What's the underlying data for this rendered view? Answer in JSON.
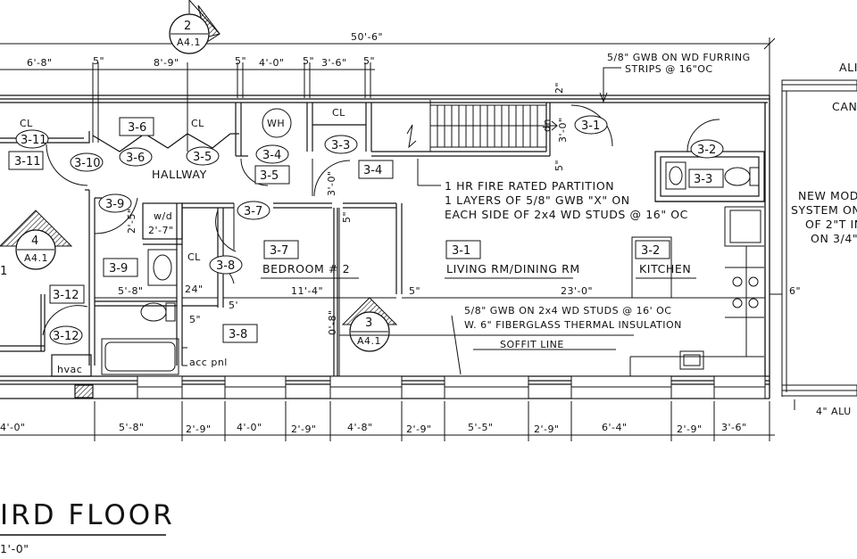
{
  "dimensions": {
    "overall": "50'-6\"",
    "top": [
      "6'-8\"",
      "5\"",
      "8'-9\"",
      "5\"",
      "4'-0\"",
      "5\"",
      "3'-6\"",
      "5\""
    ],
    "bottom": [
      "4'-0\"",
      "5'-8\"",
      "2'-9\"",
      "4'-0\"",
      "2'-9\"",
      "4'-8\"",
      "2'-9\"",
      "5'-5\"",
      "2'-9\"",
      "6'-4\"",
      "2'-9\"",
      "3'-6\""
    ],
    "interior": {
      "d_2a": "2\"",
      "d_3_0": "3'-0\"",
      "d_5a": "5\"",
      "d_3_0b": "3'-0\"",
      "d_5b": "5\"",
      "d_2_5": "2'-5\"",
      "d_5_8": "5'-8\"",
      "d_24": "24\"",
      "d_5c": "5'",
      "d_5d": "5\"",
      "d_11_4": "11'-4\"",
      "d_5e": "5\"",
      "d_23_0": "23'-0\"",
      "d_0_8": "0'-8\"",
      "d_6": "6\""
    }
  },
  "rooms": {
    "hallway": "HALLWAY",
    "bedroom": "BEDROOM # 2",
    "living": "LIVING RM/DINING RM",
    "kitchen": "KITCHEN",
    "cl_1": "CL",
    "cl_2": "CL",
    "cl_3": "CL",
    "cl_4": "CL",
    "wh": "WH",
    "wd_top": "w/d",
    "wd_bottom": "2'-7\"",
    "hvac": "hvac",
    "acc": "acc pnl",
    "dn": "dn"
  },
  "door_tags": {
    "t3_11a": "3-11",
    "t3_11b": "3-11",
    "t3_10": "3-10",
    "t3_6a": "3-6",
    "t3_6b": "3-6",
    "t3_5a": "3-5",
    "t3_5b": "3-5",
    "t3_4a": "3-4",
    "t3_4b": "3-4",
    "t3_3": "3-3",
    "t3_1a": "3-1",
    "t3_1b": "3-1",
    "t3_2a": "3-2",
    "t3_2b": "3-2",
    "t3_3b": "3-3",
    "t3_9a": "3-9",
    "t3_9b": "3-9",
    "t3_7a": "3-7",
    "t3_7b": "3-7",
    "t3_8a": "3-8",
    "t3_8b": "3-8",
    "t3_12a": "3-12",
    "t3_12b": "3-12",
    "t1": "1"
  },
  "section_markers": [
    {
      "num": "2",
      "ref": "A4.1"
    },
    {
      "num": "4",
      "ref": "A4.1"
    },
    {
      "num": "3",
      "ref": "A4.1"
    }
  ],
  "notes": {
    "gwb_top_1": "5/8\" GWB ON WD FURRING",
    "gwb_top_2": "STRIPS @ 16\"OC",
    "partition_1": "1 HR FIRE RATED PARTITION",
    "partition_2": "1 LAYERS OF 5/8\" GWB \"X\" ON",
    "partition_3": "EACH SIDE OF 2x4 WD STUDS @ 16\" OC",
    "gwb_bottom_1": "5/8\" GWB ON 2x4 WD STUDS @ 16' OC",
    "gwb_bottom_2": "W. 6\" FIBERGLASS THERMAL INSULATION",
    "soffit": "SOFFIT LINE",
    "right_1": "NEW MODI",
    "right_2": "SYSTEM ON",
    "right_3": "OF 2\"T IN",
    "right_4": "ON 3/4\"",
    "ali": "ALI",
    "can": "CAN",
    "alu": "4\" ALU"
  },
  "title": {
    "main": "IRD FLOOR",
    "scale": "1'-0\""
  }
}
